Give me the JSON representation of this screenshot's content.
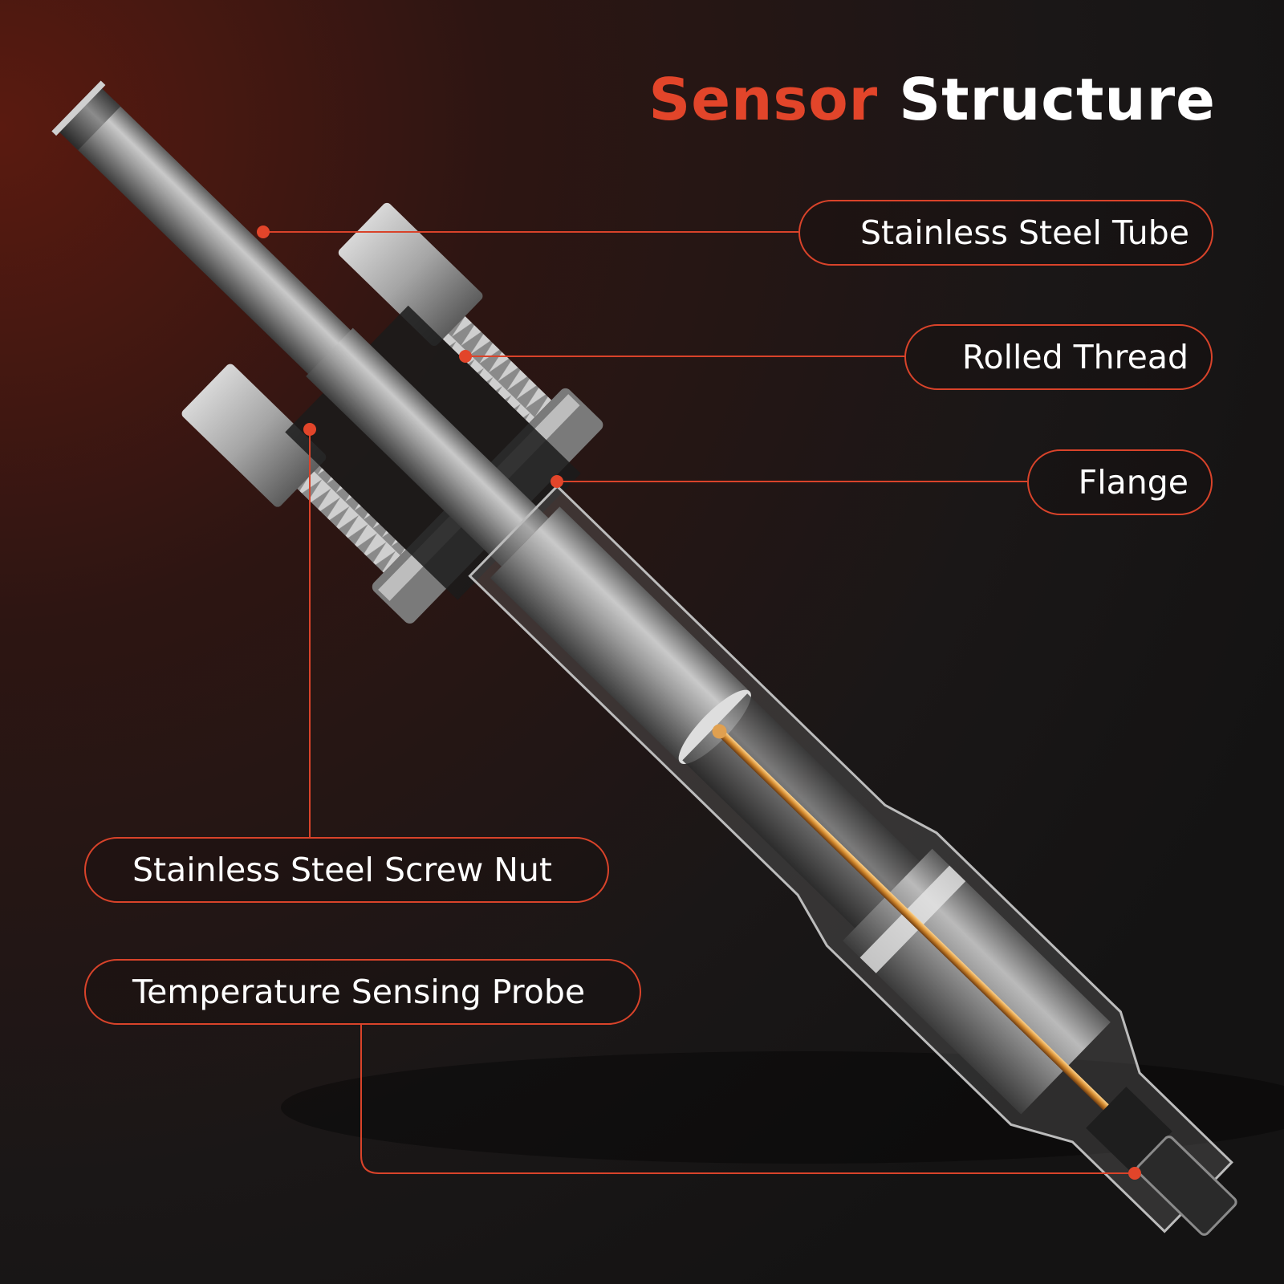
{
  "title": {
    "part1": "Sensor",
    "part2": "Structure"
  },
  "colors": {
    "accent": "#e2452a",
    "text": "#ffffff",
    "background": "#151212"
  },
  "callouts": {
    "stainless_steel_tube": "Stainless Steel Tube",
    "rolled_thread": "Rolled Thread",
    "flange": "Flange",
    "stainless_steel_screw_nut": "Stainless Steel Screw Nut",
    "temperature_sensing_probe": "Temperature Sensing Probe"
  }
}
